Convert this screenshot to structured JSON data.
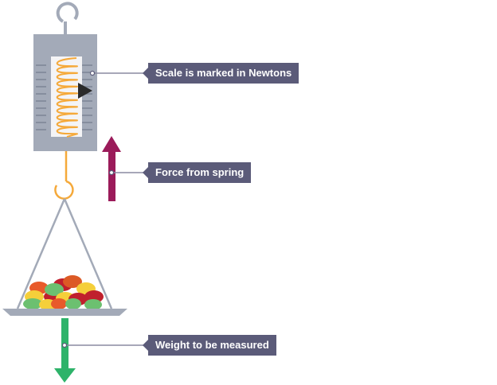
{
  "labels": {
    "scale": "Scale is marked in Newtons",
    "spring_force": "Force from spring",
    "weight": "Weight to be measured"
  },
  "colors": {
    "body": "#a3aab8",
    "spring": "#f5a93a",
    "spring_force_arrow": "#9b1b5a",
    "weight_arrow": "#2eb36a",
    "label_bg": "#5b5b79"
  }
}
